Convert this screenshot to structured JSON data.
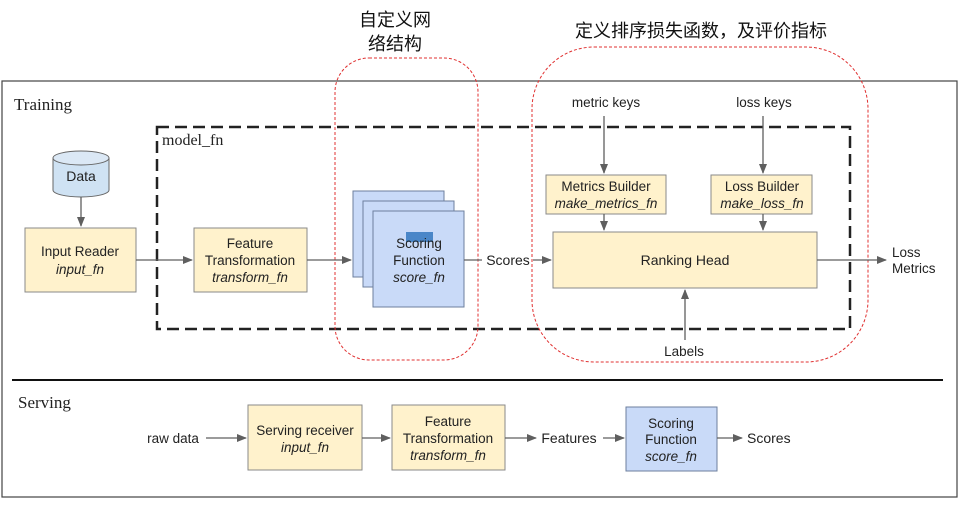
{
  "sections": {
    "training": "Training",
    "serving": "Serving",
    "model_fn": "model_fn"
  },
  "annotations": {
    "custom_network_line1": "自定义网",
    "custom_network_line2": "络结构",
    "loss_and_metrics": "定义排序损失函数，及评价指标"
  },
  "training": {
    "data": "Data",
    "input_reader": {
      "title": "Input Reader",
      "fn": "input_fn"
    },
    "feature_transformation": {
      "title_line1": "Feature",
      "title_line2": "Transformation",
      "fn": "transform_fn"
    },
    "scoring_function": {
      "title_line1": "Scoring",
      "title_line2": "Function",
      "fn": "score_fn"
    },
    "scores": "Scores",
    "metric_keys": "metric keys",
    "loss_keys": "loss keys",
    "metrics_builder": {
      "title": "Metrics Builder",
      "fn": "make_metrics_fn"
    },
    "loss_builder": {
      "title": "Loss Builder",
      "fn": "make_loss_fn"
    },
    "ranking_head": "Ranking Head",
    "labels": "Labels",
    "outputs_line1": "Loss",
    "outputs_line2": "Metrics"
  },
  "serving": {
    "raw_data": "raw data",
    "serving_receiver": {
      "title": "Serving receiver",
      "fn": "input_fn"
    },
    "feature_transformation": {
      "title_line1": "Feature",
      "title_line2": "Transformation",
      "fn": "transform_fn"
    },
    "features": "Features",
    "scoring_function": {
      "title_line1": "Scoring",
      "title_line2": "Function",
      "fn": "score_fn"
    },
    "scores": "Scores"
  },
  "colors": {
    "yellow_box": "#fff2cc",
    "yellow_border": "#8a8a8a",
    "blue_box": "#c9daf8",
    "blue_border": "#6d7f9e",
    "db_fill": "#cfe2f3",
    "arrow": "#5f5f5f",
    "red_annotation": "#e03030",
    "highlight": "#4a86c8"
  }
}
